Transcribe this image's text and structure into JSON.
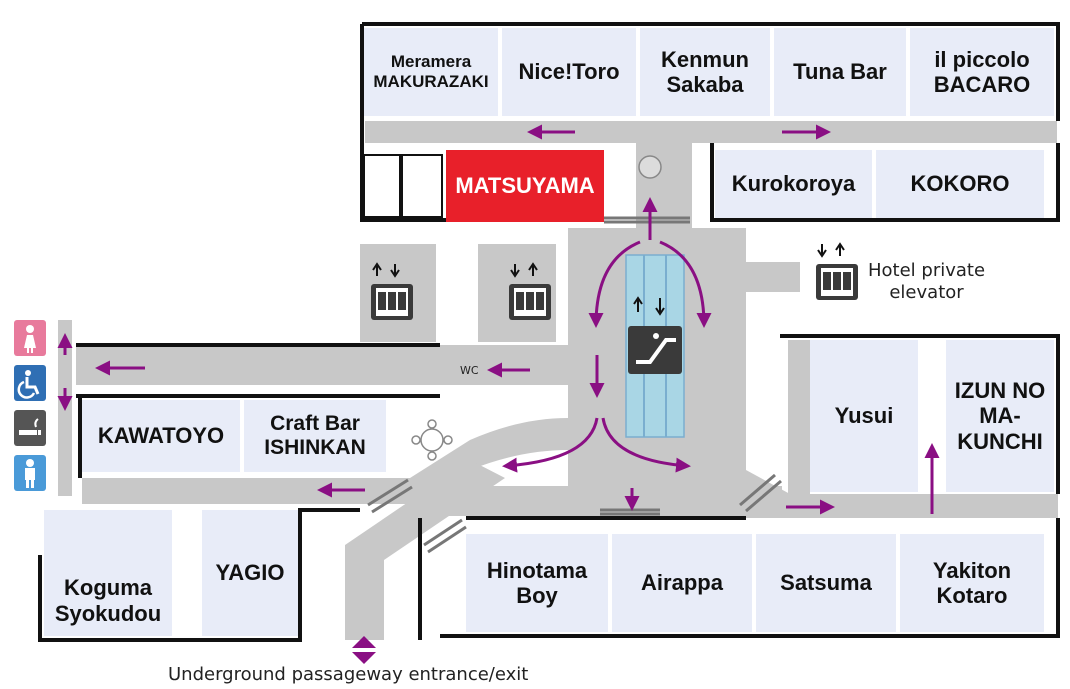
{
  "map": {
    "stores": {
      "meramera": "Meramera\nMAKURAZAKI",
      "nicetoro": "Nice!Toro",
      "kenmun": "Kenmun\nSakaba",
      "tunabar": "Tuna Bar",
      "ilpiccolo": "il piccolo\nBACARO",
      "matsuyama": "MATSUYAMA",
      "kurokoroya": "Kurokoroya",
      "kokoro": "KOKORO",
      "kawatoyo": "KAWATOYO",
      "craftbar": "Craft Bar\nISHINKAN",
      "yusui": "Yusui",
      "izun": "IZUN NO\nMA-\nKUNCHI",
      "koguma": "Koguma\nSyokudou",
      "yagio": "YAGIO",
      "hinotama": "Hinotama\nBoy",
      "airappa": "Airappa",
      "satsuma": "Satsuma",
      "yakiton": "Yakiton\nKotaro"
    },
    "labels": {
      "wc": "WC",
      "hotel_elevator": "Hotel private\nelevator",
      "underground": "Underground passageway entrance/exit"
    },
    "restroom_icons": [
      "womens-restroom-icon",
      "accessible-restroom-icon",
      "smoking-area-icon",
      "mens-restroom-icon"
    ],
    "colors": {
      "corridor": "#c8c8c8",
      "store_fill": "#e8ecf8",
      "arrow": "#8a0f83",
      "highlight_store": "#e8202a",
      "women": "#e87a9c",
      "accessible": "#2f6fb4",
      "smoking": "#555555",
      "men": "#4a9ad8"
    }
  }
}
